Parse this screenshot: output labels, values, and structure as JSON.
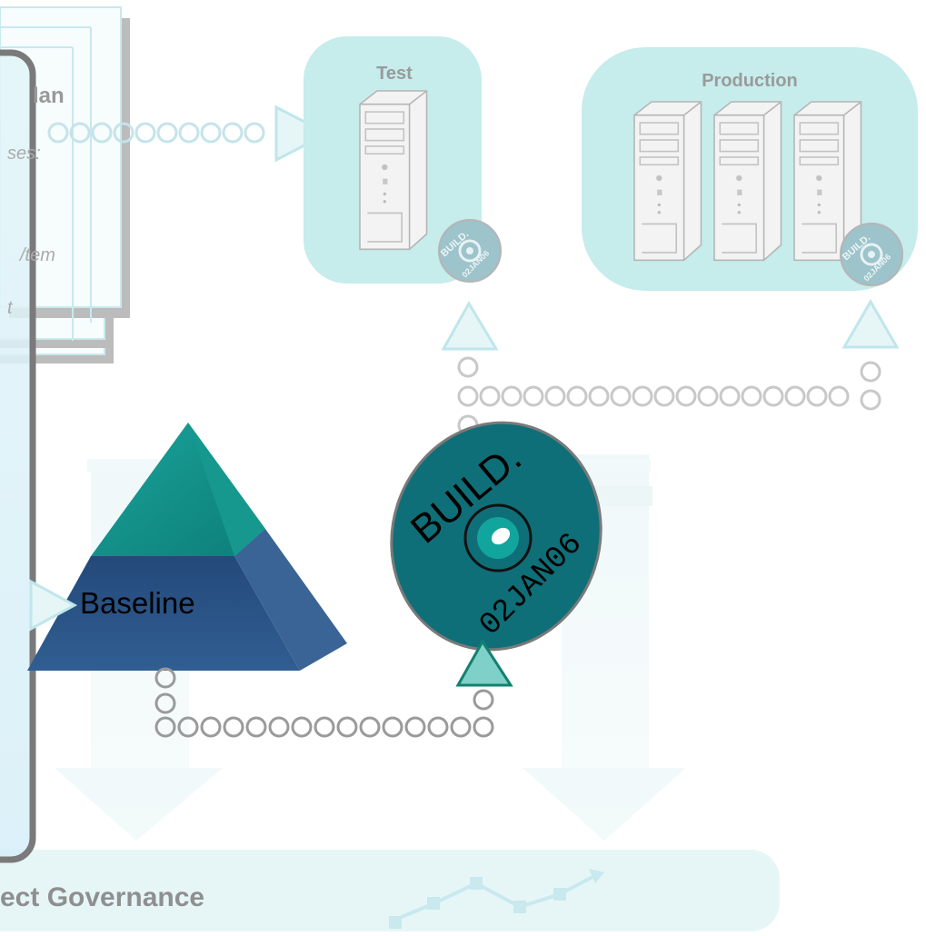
{
  "plan": {
    "title_fragment": "lan",
    "line1_fragment": "ses:",
    "line2_fragment": "/tem",
    "line3_fragment": "t"
  },
  "environments": {
    "test_label": "Test",
    "production_label": "Production"
  },
  "baseline": {
    "label": "Baseline"
  },
  "build_disc": {
    "top_text": "BUILD.",
    "bottom_text": "02JAN06",
    "small_top_text": "BUILD.",
    "small_bottom_text": "02JAN06"
  },
  "governance": {
    "label_fragment": "ect Governance"
  },
  "colors": {
    "teal": "#11958c",
    "dark_teal": "#0b7d77",
    "navy": "#2f5c8f",
    "disc": "#0f6f78",
    "light_teal": "#c6ecec",
    "pale_blue": "#dff1f8"
  }
}
